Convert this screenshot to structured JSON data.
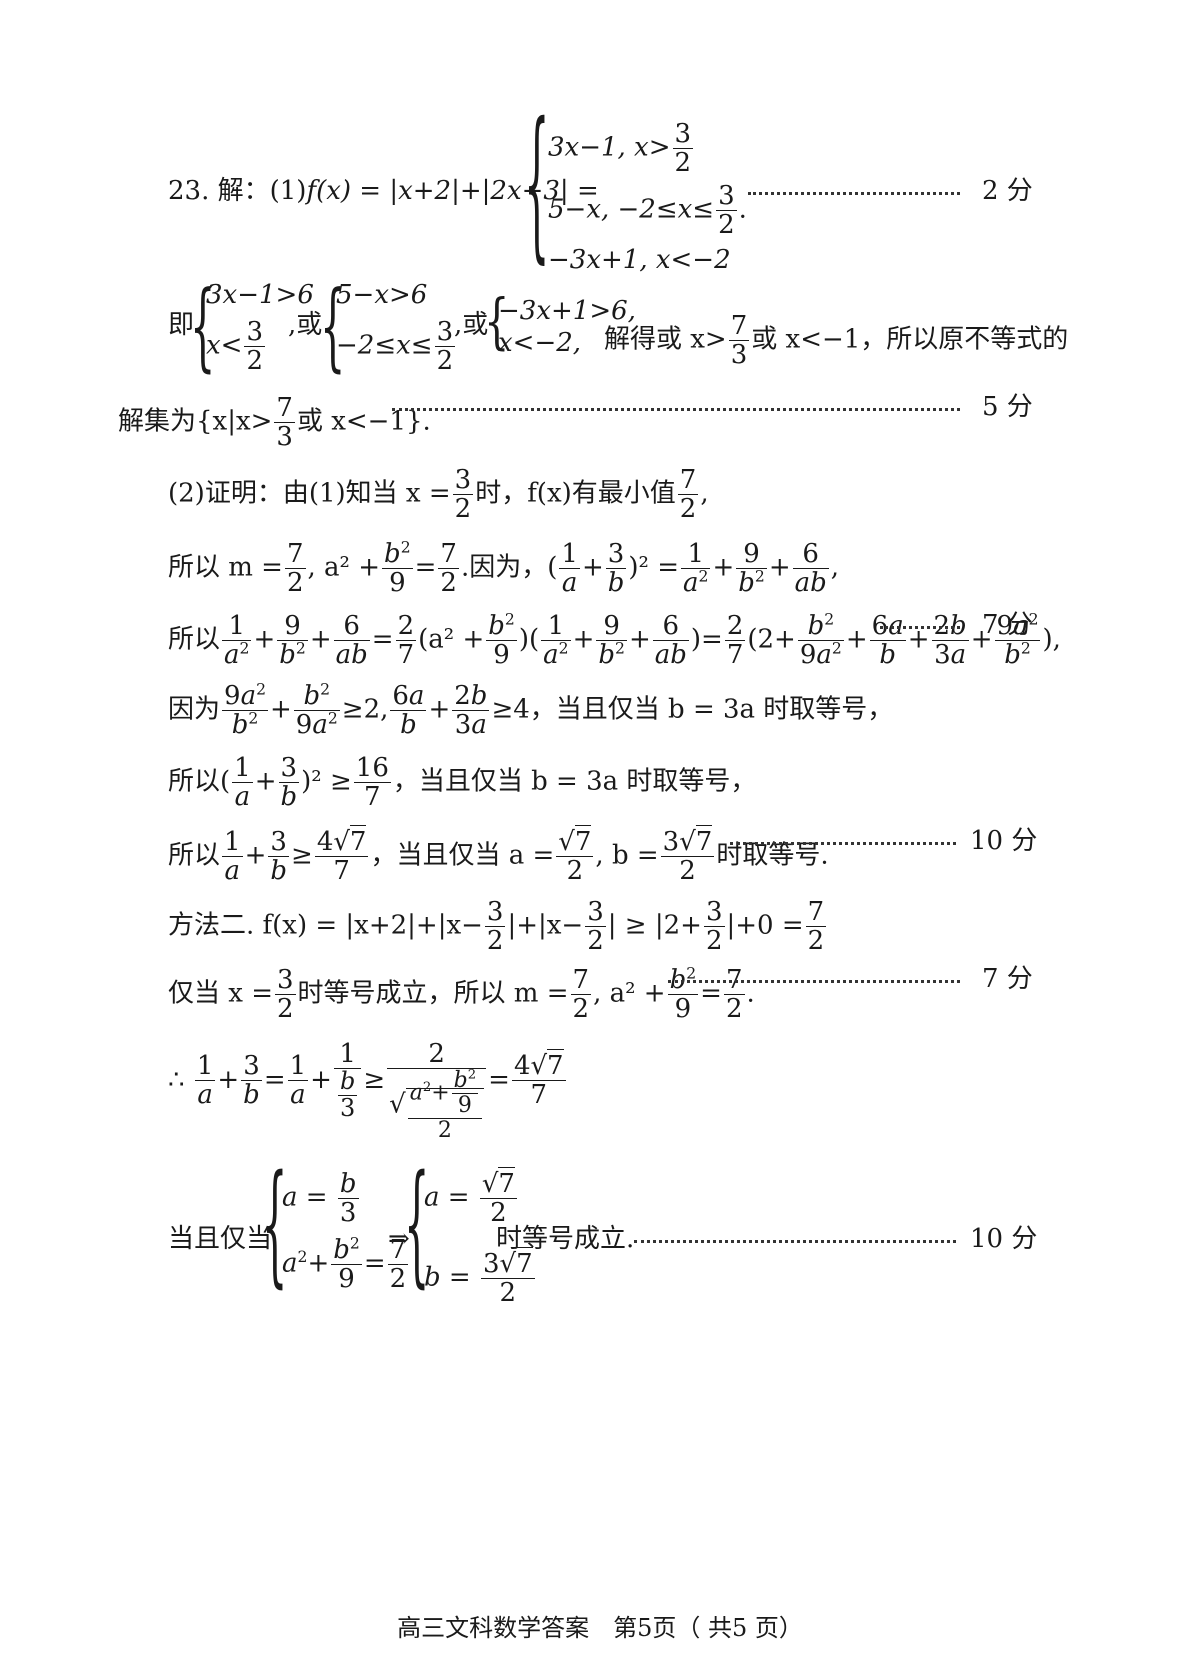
{
  "q23": {
    "num": "23. 解：(1)",
    "fdef": "f(x) = |x+2|+|2x−3| =",
    "case1": "3x−1, x>",
    "case2": "5−x, −2≤x≤",
    "case3": "−3x+1, x<−2",
    "score1": "2 分",
    "ji": "即",
    "sys1a": "3x−1>6",
    "sys1b": "x<",
    "huo1": ",或",
    "sys2a": "5−x>6",
    "sys2b": "−2≤x≤",
    "huo2": ",或",
    "sys3a": "−3x+1>6,",
    "sys3b": "x<−2,",
    "solve_text": "解得或 x>",
    "solve_tail": "或 x<−1，所以原不等式的",
    "solset_a": "解集为{x|x>",
    "solset_b": "或 x<−1}.",
    "score2": "5 分",
    "p2a": "(2)证明：由(1)知当 x =",
    "p2b": "时，f(x)有最小值",
    "p2c": ",",
    "m_a": "所以 m =",
    "m_b": ", a² +",
    "m_c": "=",
    "m_d": ".因为，(",
    "m_e": "+",
    "m_f": ")² =",
    "l3_a": "所以",
    "l3_b": "=",
    "l3_c": "(a² +",
    "l3_d": ")(",
    "l3_e": ")=",
    "l3_f": "(2+",
    "l3_g": "),",
    "score3": "7 分",
    "yin_a": "因为",
    "yin_b": "≥2,",
    "yin_c": "≥4，当且仅当 b = 3a 时取等号，",
    "sy_a": "所以(",
    "sy_b": ")² ≥",
    "sy_c": "，当且仅当 b = 3a 时取等号，",
    "fin_a": "所以",
    "fin_b": "≥",
    "fin_c": "，当且仅当 a =",
    "fin_d": ", b =",
    "fin_e": "时取等号.",
    "score4": "10 分",
    "m2_a": "方法二. f(x) = |x+2|+|x−",
    "m2_b": "|+|x−",
    "m2_c": "| ≥ |2+",
    "m2_d": "|+0 =",
    "only_a": "仅当 x =",
    "only_b": "时等号成立，所以 m =",
    "only_c": ", a² +",
    "only_d": "=",
    "score5": "7 分",
    "th_a": "∴",
    "th_eq": "=",
    "th_ge": "≥",
    "last_a": "当且仅当",
    "last_arrow": "⇒",
    "last_b": "时等号成立.",
    "score6": "10 分"
  },
  "footer": "高三文科数学答案　第5页（ 共5 页）"
}
